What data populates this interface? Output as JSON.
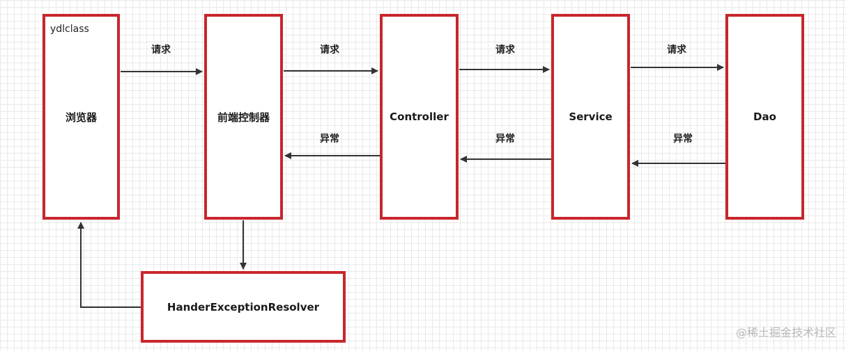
{
  "diagram": {
    "nodes": {
      "browser": {
        "label": "浏览器",
        "corner_label": "ydlclass"
      },
      "front_controller": {
        "label": "前端控制器"
      },
      "controller": {
        "label": "Controller"
      },
      "service": {
        "label": "Service"
      },
      "dao": {
        "label": "Dao"
      },
      "resolver": {
        "label": "HanderExceptionResolver"
      }
    },
    "edges": {
      "request_label": "请求",
      "exception_label": "异常"
    },
    "colors": {
      "box_border": "#c8262c",
      "arrow": "#333333"
    }
  },
  "watermark": {
    "text": "@稀土掘金技术社区"
  }
}
